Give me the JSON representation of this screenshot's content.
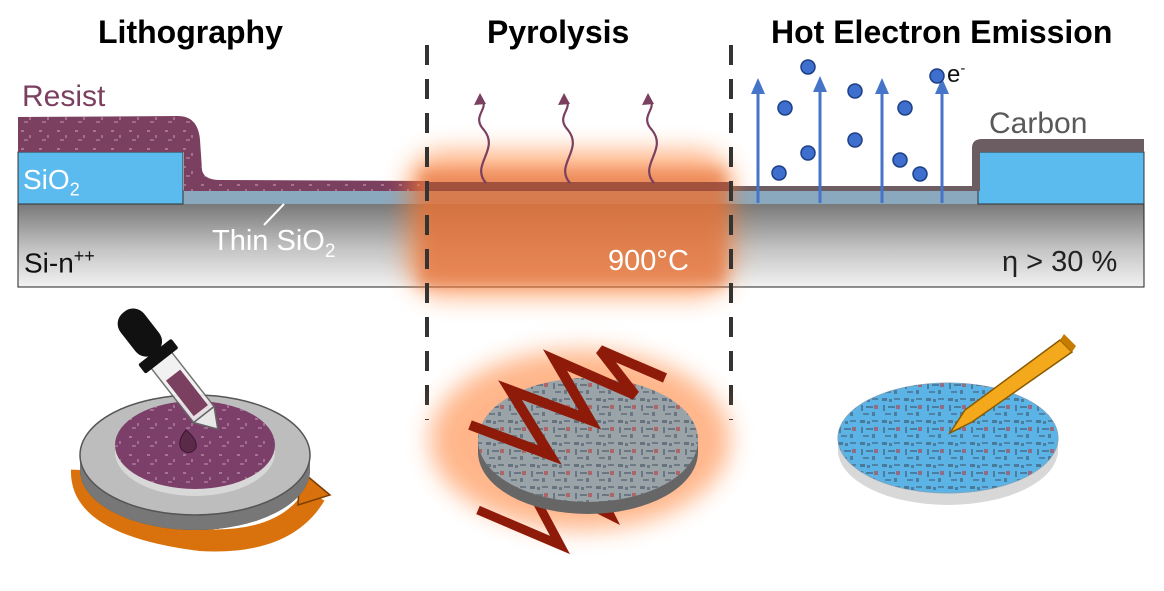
{
  "titles": {
    "lithography": "Lithography",
    "pyrolysis": "Pyrolysis",
    "emission": "Hot Electron Emission"
  },
  "labels": {
    "resist": "Resist",
    "sio2_base": "SiO",
    "sio2_sub": "2",
    "thin_sio2_base": "Thin SiO",
    "thin_sio2_sub": "2",
    "si_base": "Si-n",
    "si_sup": "++",
    "temperature": "900°C",
    "carbon": "Carbon",
    "electron_base": "e",
    "electron_sup": "-",
    "efficiency": "η > 30 %"
  },
  "colors": {
    "resist": "#7b3f5f",
    "sio2": "#5bbbee",
    "silicon_top": "#7c7c7c",
    "silicon_bottom": "#f0f0f0",
    "carbon": "#6b5d62",
    "electron": "#3f6fce",
    "arrow": "#4674c8",
    "heat": "#ff7a2a",
    "heater_coil": "#8e1a0a",
    "probe": "#f4a81b",
    "spin_arrow": "#d9720c"
  }
}
